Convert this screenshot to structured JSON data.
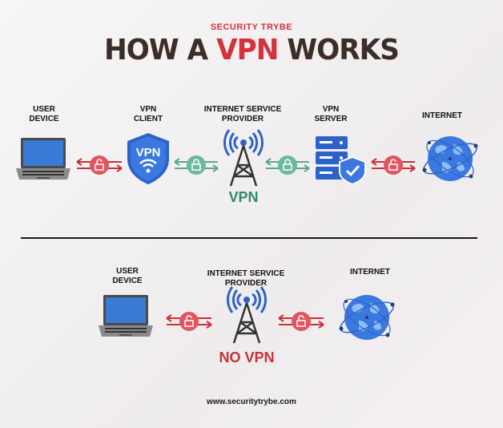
{
  "header": {
    "brand": "SECURITY TRYBE",
    "title_prefix": "HOW A ",
    "title_accent": "VPN",
    "title_suffix": " WORKS"
  },
  "with_vpn": {
    "labels": {
      "user_device": [
        "USER",
        "DEVICE"
      ],
      "vpn_client": [
        "VPN",
        "CLIENT"
      ],
      "isp": [
        "INTERNET SERVICE",
        "PROVIDER"
      ],
      "vpn_server": [
        "VPN",
        "SERVER"
      ],
      "internet": [
        "INTERNET"
      ]
    },
    "vpn_badge": "VPN",
    "status": "VPN"
  },
  "without_vpn": {
    "labels": {
      "user_device": [
        "USER",
        "DEVICE"
      ],
      "isp": [
        "INTERNET SERVICE",
        "PROVIDER"
      ],
      "internet": [
        "INTERNET"
      ]
    },
    "status": "NO VPN"
  },
  "footer": {
    "url": "www.securitytrybe.com"
  },
  "colors": {
    "red": "#d6323c",
    "green": "#2e8b6e",
    "blue": "#2d63c8",
    "dark": "#3b2d28"
  }
}
